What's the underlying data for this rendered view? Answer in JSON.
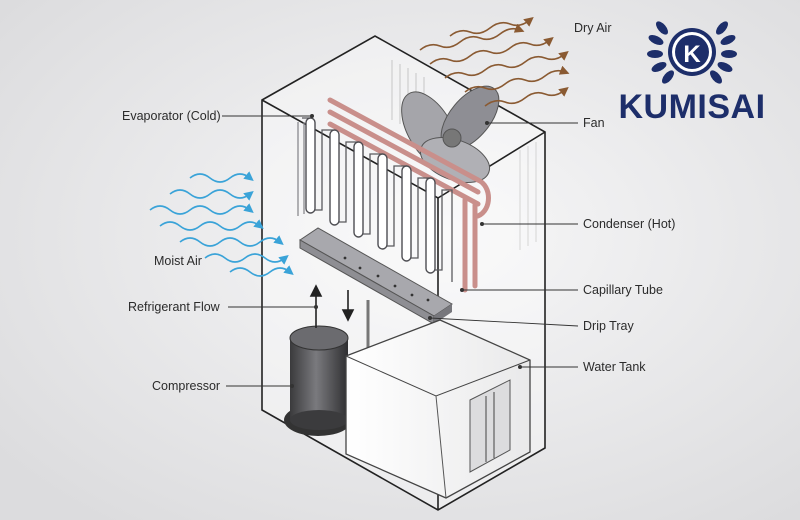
{
  "labels": {
    "dry_air": "Dry Air",
    "evaporator": "Evaporator (Cold)",
    "fan": "Fan",
    "condenser": "Condenser (Hot)",
    "moist_air": "Moist Air",
    "capillary_tube": "Capillary Tube",
    "refrigerant_flow": "Refrigerant Flow",
    "drip_tray": "Drip Tray",
    "compressor": "Compressor",
    "water_tank": "Water Tank"
  },
  "brand": {
    "name": "KUMISAI",
    "letter": "K",
    "color": "#1d2e6a"
  },
  "colors": {
    "moist_air": "#3aa3d8",
    "dry_air": "#8a5a32",
    "condenser": "#e0a8a4",
    "evaporator": "#9aa0a6",
    "compressor": "#4a4a4d"
  }
}
